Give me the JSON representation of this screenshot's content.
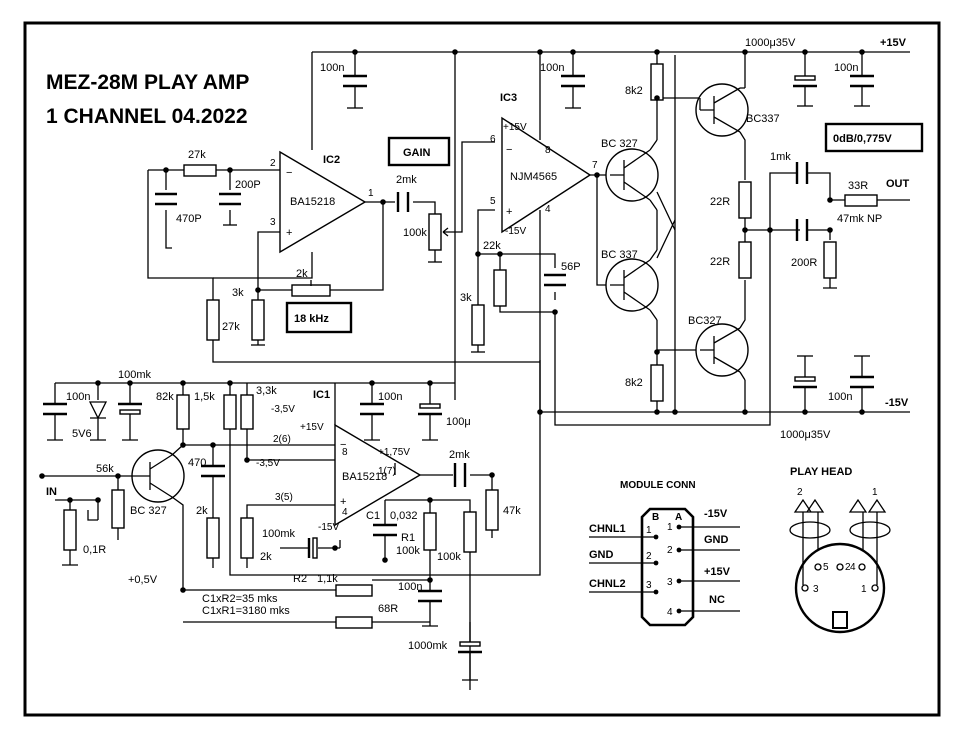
{
  "title": {
    "line1": "MEZ-28M PLAY AMP",
    "line2": "1 CHANNEL 04.2022"
  },
  "boxes": {
    "gain": "GAIN",
    "freq": "18 kHz",
    "level": "0dB/0,775V"
  },
  "ics": {
    "ic1": {
      "ref": "IC1",
      "part": "BA15218",
      "pin_inv": "2(6)",
      "pin_noninv": "3(5)",
      "pin_out": "1(7)",
      "pin_vp": "8",
      "pin_vn": "4",
      "vplus": "+15V",
      "vminus": "-15V",
      "v_inv": "-3,5V",
      "v_top": "-3,5V",
      "v_out": "+1,75V"
    },
    "ic2": {
      "ref": "IC2",
      "part": "BA15218",
      "pin_inv": "2",
      "pin_noninv": "3",
      "pin_out": "1"
    },
    "ic3": {
      "ref": "IC3",
      "part": "NJM4565",
      "pin_inv": "6",
      "pin_noninv": "5",
      "pin_out": "7",
      "pin_vp": "8",
      "pin_vn": "4",
      "vplus": "+15V",
      "vminus": "-15V"
    }
  },
  "rails": {
    "pos": "+15V",
    "neg": "-15V"
  },
  "components": {
    "c_ic2_top": "100n",
    "r_27k_fb": "27k",
    "c_200p": "200P",
    "c_470p": "470P",
    "r_27k_low": "27k",
    "c_2mk_ic2": "2mk",
    "pot_100k": "100k",
    "r_2k": "2k",
    "r_3k_a": "3k",
    "r_3k_b": "3k",
    "c_ic3_top": "100n",
    "r_22k": "22k",
    "c_56p": "56P",
    "r_8k2_top": "8k2",
    "r_8k2_bot": "8k2",
    "q1": "BC 327",
    "q2": "BC 337",
    "q3": "BC337",
    "q4": "BC327",
    "r_22r_a": "22R",
    "r_22r_b": "22R",
    "c_1000_top": "1000μ35V",
    "c_100n_top": "100n",
    "c_1000_bot": "1000μ35V",
    "c_100n_bot": "100n",
    "c_1mk": "1mk",
    "r_33r": "33R",
    "out": "OUT",
    "c_47mk": "47mk NP",
    "r_200r": "200R",
    "c_100mk_top": "100mk",
    "c_100n_l": "100n",
    "z_5v6": "5V6",
    "r_82k": "82k",
    "r_1k5": "1,5k",
    "r_3k3": "3,3k",
    "c_470": "470",
    "r_2k_l": "2k",
    "r_56k": "56k",
    "in": "IN",
    "r_0r1": "0,1R",
    "q5": "BC 327",
    "c_100n_ic1": "100n",
    "c_100u": "100μ",
    "c_2mk_ic1": "2mk",
    "r_47k": "47k",
    "c1": "C1",
    "c1_val": "0,032",
    "r1": "R1",
    "r1_val": "100k",
    "r_100k": "100k",
    "c_100mk_b": "100mk",
    "r_2k_b": "2k",
    "r2": "R2",
    "r2_val": "1,1k",
    "v_base": "+0,5V",
    "c_100n_b": "100n",
    "r_68r": "68R",
    "c_1000mk": "1000mk",
    "eq1": "C1xR2=35 mks",
    "eq2": "C1xR1=3180 mks"
  },
  "connector": {
    "title": "MODULE CONN",
    "col_b": "B",
    "col_a": "A",
    "left": [
      {
        "label": "CHNL1",
        "pin": "1"
      },
      {
        "label": "GND",
        "pin": "2"
      },
      {
        "label": "CHNL2",
        "pin": "3"
      }
    ],
    "right": [
      {
        "label": "-15V",
        "pin": "1"
      },
      {
        "label": "GND",
        "pin": "2"
      },
      {
        "label": "+15V",
        "pin": "3"
      },
      {
        "label": "NC",
        "pin": "4"
      }
    ]
  },
  "head": {
    "title": "PLAY HEAD",
    "wire_left": "2",
    "wire_right": "1",
    "pins": [
      "5",
      "2",
      "4",
      "3",
      "1"
    ]
  }
}
